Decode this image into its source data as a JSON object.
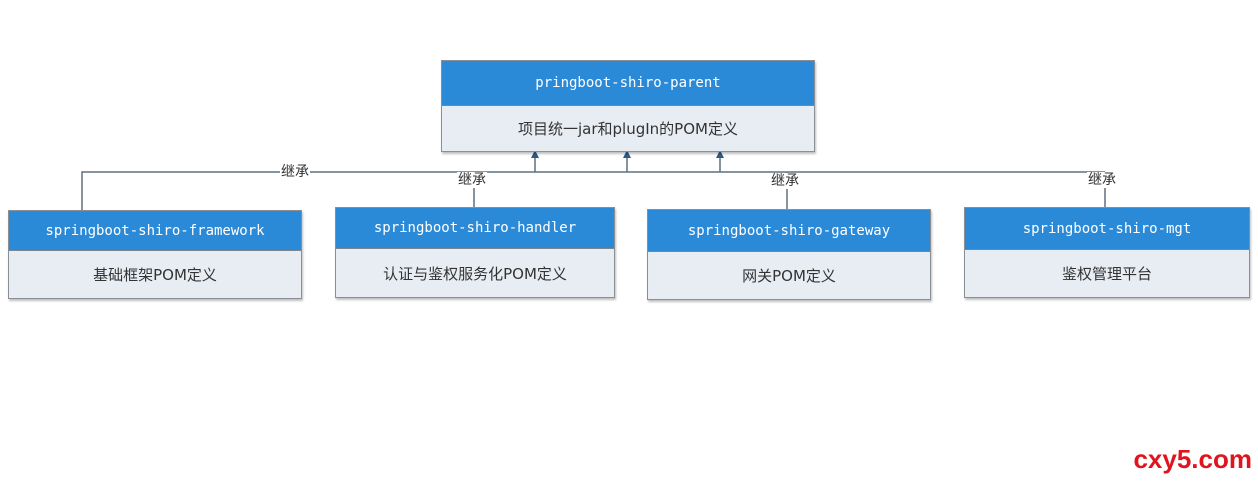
{
  "parent": {
    "title": "pringboot-shiro-parent",
    "desc": "项目统一jar和plugIn的POM定义"
  },
  "children": [
    {
      "title": "springboot-shiro-framework",
      "desc": "基础框架POM定义"
    },
    {
      "title": "springboot-shiro-handler",
      "desc": "认证与鉴权服务化POM定义"
    },
    {
      "title": "springboot-shiro-gateway",
      "desc": "网关POM定义"
    },
    {
      "title": "springboot-shiro-mgt",
      "desc": "鉴权管理平台"
    }
  ],
  "edge_label": "继承",
  "watermark": "cxy5.com",
  "colors": {
    "header": "#2b8ad8",
    "body": "#e8edf4",
    "line": "#5f7080"
  }
}
